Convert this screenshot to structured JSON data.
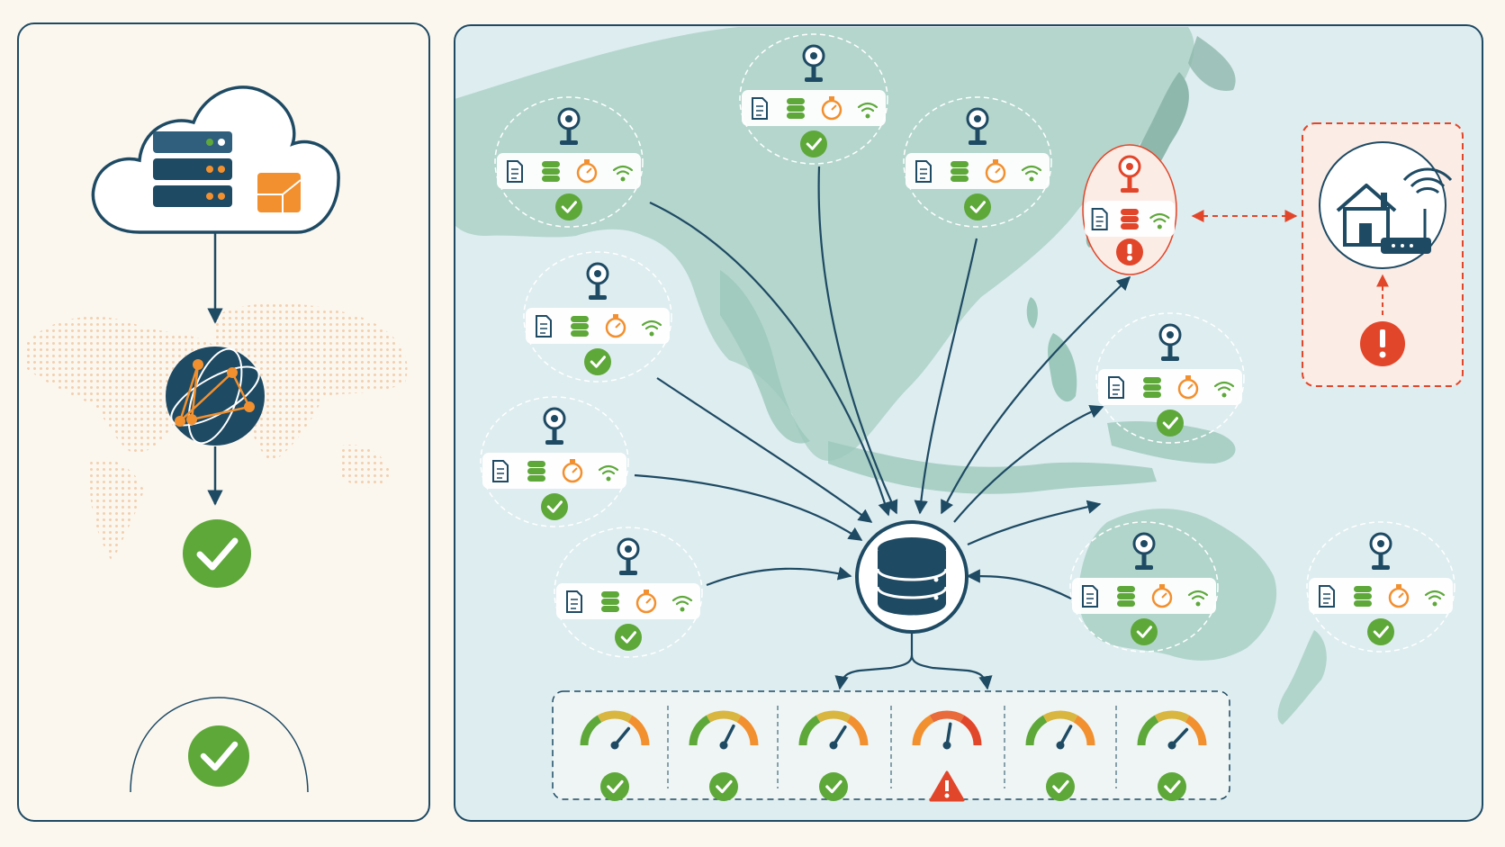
{
  "colors": {
    "navy": "#1e4a63",
    "ok_green": "#5ea83a",
    "alert_red": "#e2462a",
    "orange": "#f2902f",
    "map_water": "#deedf0",
    "map_land": "#a9d0c4",
    "panel_bg": "#fbf7ef"
  },
  "left_panel": {
    "nodes": [
      {
        "name": "cloud-server-node",
        "icon": "cloud-server-icon",
        "status": "ok"
      },
      {
        "name": "global-network-node",
        "icon": "globe-network-icon",
        "status": "ok"
      },
      {
        "name": "pipeline-result",
        "icon": "check-badge-icon",
        "status": "ok"
      },
      {
        "name": "coverage-arc",
        "icon": "check-badge-icon",
        "status": "ok"
      }
    ]
  },
  "probes": [
    {
      "status": "ok"
    },
    {
      "status": "ok"
    },
    {
      "status": "ok"
    },
    {
      "status": "ok"
    },
    {
      "status": "ok"
    },
    {
      "status": "ok"
    },
    {
      "status": "alert",
      "reduced": true
    },
    {
      "status": "ok"
    },
    {
      "status": "ok"
    },
    {
      "status": "ok"
    }
  ],
  "probe_metrics": [
    "document-icon",
    "database-icon",
    "stopwatch-icon",
    "wifi-icon"
  ],
  "hub": {
    "icon": "database-hub-icon"
  },
  "alert_site": {
    "icon": "home-router-icon",
    "status": "alert"
  },
  "gauges": [
    {
      "level": 0.72,
      "status": "ok"
    },
    {
      "level": 0.65,
      "status": "ok"
    },
    {
      "level": 0.68,
      "status": "ok"
    },
    {
      "level": 0.55,
      "status": "warning"
    },
    {
      "level": 0.66,
      "status": "ok"
    },
    {
      "level": 0.74,
      "status": "ok"
    }
  ]
}
